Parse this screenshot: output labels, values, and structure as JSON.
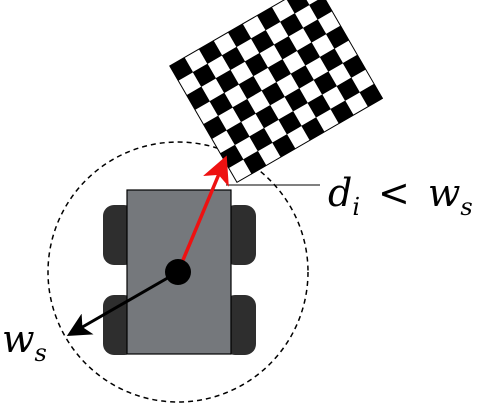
{
  "labels": {
    "distance_label": {
      "lhs_var": "d",
      "lhs_sub": "i",
      "operator": "<",
      "rhs_var": "w",
      "rhs_sub": "s"
    },
    "radius_label": {
      "var": "w",
      "sub": "s"
    }
  },
  "checkerboard": {
    "rows": 8,
    "cols": 10,
    "dark_color": "#000000",
    "light_color": "#ffffff"
  },
  "colors": {
    "robot_body": "#75787c",
    "wheel": "#2e2e2e",
    "red_arrow": "#ee1111",
    "black_arrow": "#000000",
    "center_dot": "#000000",
    "circle_stroke": "#000000"
  }
}
